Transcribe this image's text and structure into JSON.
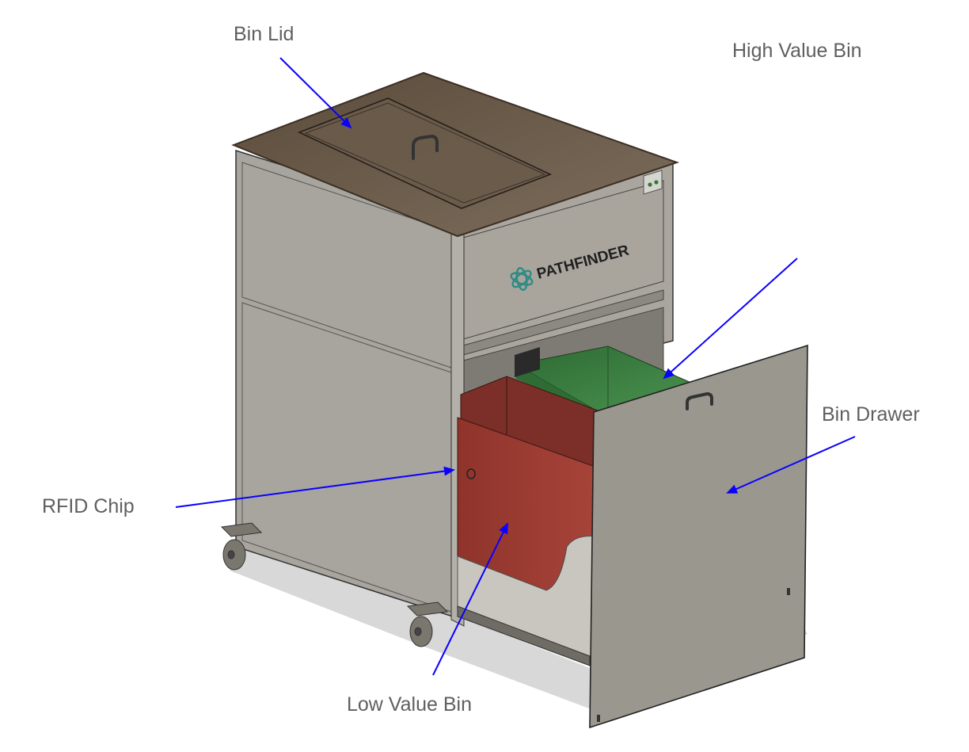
{
  "diagram": {
    "subject": "Bin cabinet with pull-out drawer (CAD render)",
    "brand": {
      "name": "PATHFINDER",
      "logo_color": "#2e8b84",
      "text_color": "#1f1f1f"
    },
    "callouts": [
      {
        "id": "bin-lid",
        "label": "Bin Lid"
      },
      {
        "id": "high-value-bin",
        "label": "High Value Bin"
      },
      {
        "id": "bin-drawer",
        "label": "Bin Drawer"
      },
      {
        "id": "rfid-chip",
        "label": "RFID Chip"
      },
      {
        "id": "low-value-bin",
        "label": "Low Value Bin"
      }
    ],
    "colors": {
      "arrow": "#0a00ff",
      "label_text": "#5f5f5f",
      "lid": "#6e5f4f",
      "cabinet": "#a8a59e",
      "high_value_bin": "#3f8a46",
      "low_value_bin": "#a33d33",
      "drawer_face": "#9a978f"
    }
  }
}
